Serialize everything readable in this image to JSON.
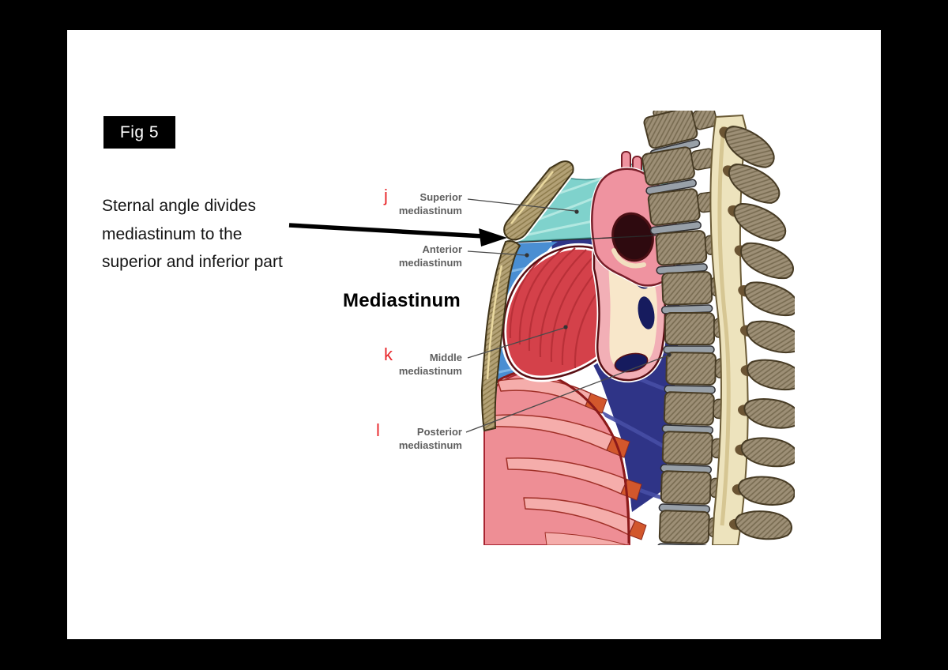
{
  "slide": {
    "figure_badge": "Fig 5",
    "note": "Sternal angle divides\nmediastinum to the\nsuperior and inferior part",
    "heading": "Mediastinum"
  },
  "labels": {
    "superior": {
      "letter": "j",
      "line1": "Superior",
      "line2": "mediastinum"
    },
    "anterior": {
      "line1": "Anterior",
      "line2": "mediastinum"
    },
    "middle": {
      "letter": "k",
      "line1": "Middle",
      "line2": "mediastinum"
    },
    "posterior": {
      "letter": "l",
      "line1": "Posterior",
      "line2": "mediastinum"
    }
  },
  "colors": {
    "letter_red": "#e8262a",
    "label_gray": "#5f5f5f",
    "superior_mediastinum_teal": "#7fd2cc",
    "anterior_mediastinum_blue": "#4a8ed2",
    "middle_mediastinum_red": "#d4414a",
    "posterior_mediastinum_navy": "#2f3487",
    "bone_tan": "#b3a176",
    "diaphragm_salmon": "#ee8e95"
  }
}
